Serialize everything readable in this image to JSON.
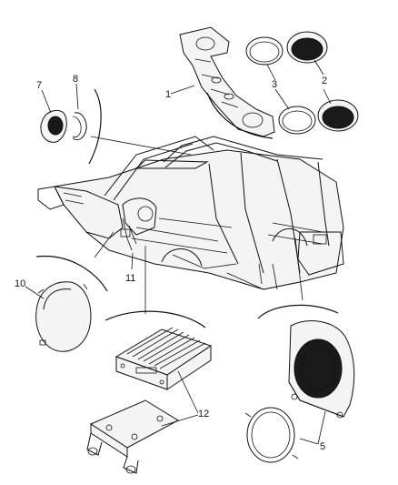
{
  "diagram": {
    "callouts": [
      "1",
      "2",
      "3",
      "5",
      "7",
      "8",
      "10",
      "11",
      "12"
    ],
    "parts": [
      {
        "callout": "1",
        "name": "overhead-speaker-bar-housing-icon"
      },
      {
        "callout": "2",
        "name": "overhead-speaker-icon"
      },
      {
        "callout": "3",
        "name": "speaker-ring-icon"
      },
      {
        "callout": "5",
        "name": "subwoofer-ring-icon"
      },
      {
        "callout": "7",
        "name": "tweeter-speaker-icon"
      },
      {
        "callout": "8",
        "name": "tweeter-ring-icon"
      },
      {
        "callout": "10",
        "name": "door-speaker-icon"
      },
      {
        "callout": "11",
        "name": "dash-wiring-icon"
      },
      {
        "callout": "12",
        "name": "amplifier-icon"
      }
    ]
  }
}
